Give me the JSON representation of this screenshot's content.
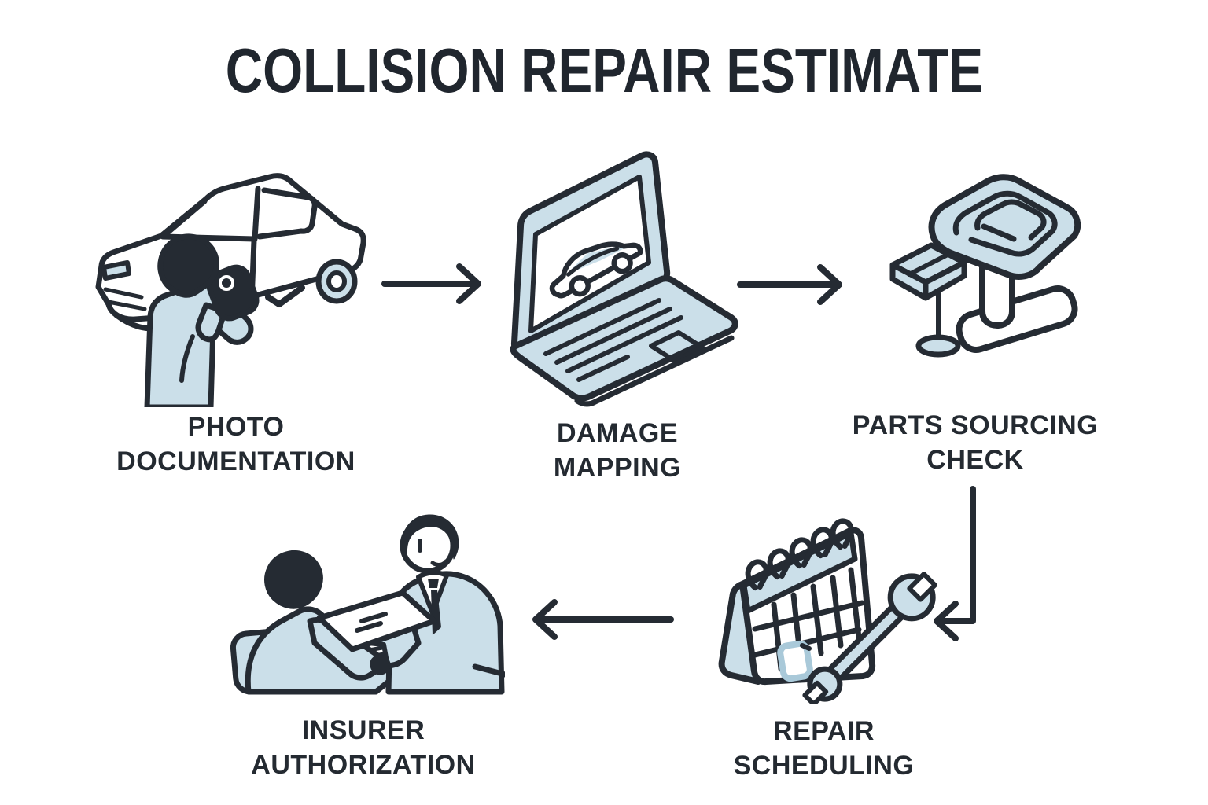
{
  "title": "COLLISION REPAIR ESTIMATE",
  "colors": {
    "ink": "#252b33",
    "accent": "#cbdfe9",
    "background": "#ffffff"
  },
  "steps": [
    {
      "id": "photo-documentation",
      "label_line1": "PHOTO",
      "label_line2": "DOCUMENTATION",
      "icon": "camera-person-car-icon"
    },
    {
      "id": "damage-mapping",
      "label_line1": "DAMAGE",
      "label_line2": "MAPPING",
      "icon": "laptop-car-screen-icon"
    },
    {
      "id": "parts-sourcing-check",
      "label_line1": "PARTS SOURCING",
      "label_line2": "CHECK",
      "icon": "car-parts-icon"
    },
    {
      "id": "repair-scheduling",
      "label_line1": "REPAIR",
      "label_line2": "SCHEDULING",
      "icon": "calendar-wrench-icon"
    },
    {
      "id": "insurer-authorization",
      "label_line1": "INSURER",
      "label_line2": "AUTHORIZATION",
      "icon": "document-handover-icon"
    }
  ],
  "arrows": [
    {
      "name": "arrow-1",
      "from": "photo-documentation",
      "to": "damage-mapping",
      "direction": "right"
    },
    {
      "name": "arrow-2",
      "from": "damage-mapping",
      "to": "parts-sourcing-check",
      "direction": "right"
    },
    {
      "name": "arrow-3",
      "from": "parts-sourcing-check",
      "to": "repair-scheduling",
      "direction": "down-left"
    },
    {
      "name": "arrow-4",
      "from": "repair-scheduling",
      "to": "insurer-authorization",
      "direction": "left"
    }
  ]
}
